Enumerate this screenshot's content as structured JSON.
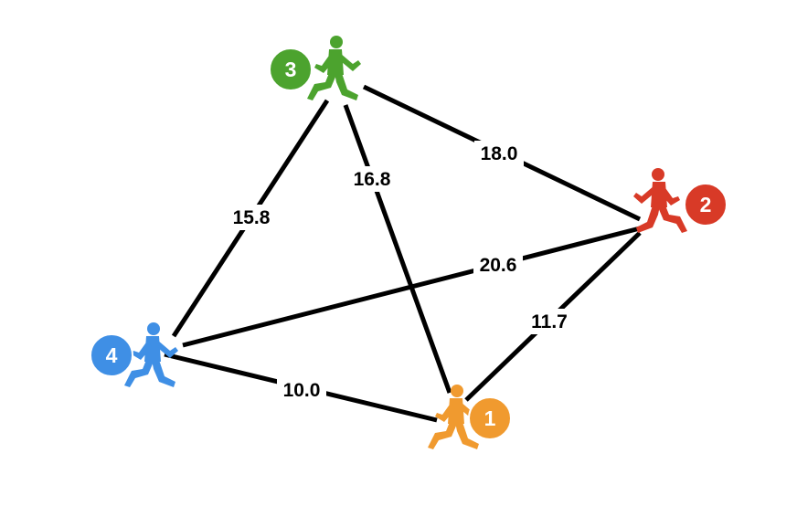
{
  "nodes": [
    {
      "id": "1",
      "label": "1",
      "color": "#F09A2F",
      "icon": "runner-icon"
    },
    {
      "id": "2",
      "label": "2",
      "color": "#D83A27",
      "icon": "runner-icon"
    },
    {
      "id": "3",
      "label": "3",
      "color": "#4CA32E",
      "icon": "runner-icon"
    },
    {
      "id": "4",
      "label": "4",
      "color": "#3F8FE5",
      "icon": "runner-icon"
    }
  ],
  "edges": [
    {
      "from": "4",
      "to": "3",
      "label": "15.8"
    },
    {
      "from": "3",
      "to": "1",
      "label": "16.8"
    },
    {
      "from": "3",
      "to": "2",
      "label": "18.0"
    },
    {
      "from": "4",
      "to": "2",
      "label": "20.6"
    },
    {
      "from": "2",
      "to": "1",
      "label": "11.7"
    },
    {
      "from": "4",
      "to": "1",
      "label": "10.0"
    }
  ]
}
